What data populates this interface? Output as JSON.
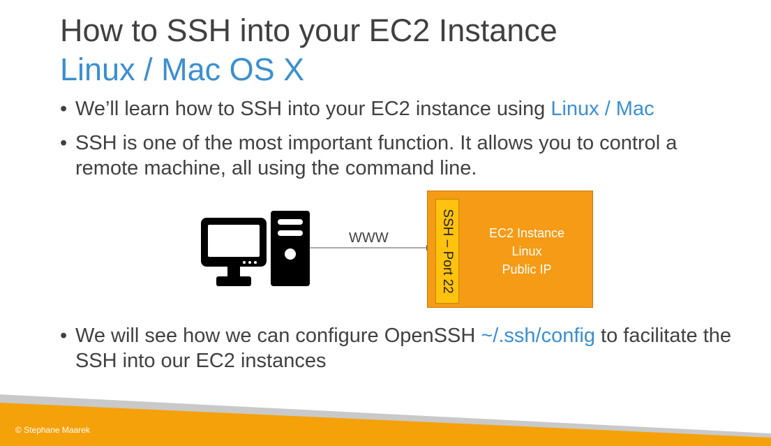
{
  "slide": {
    "title": "How to SSH into your EC2 Instance",
    "subtitle": "Linux / Mac OS X"
  },
  "bullets": {
    "b1": {
      "text": "We’ll learn how to SSH into your EC2 instance using ",
      "highlight": "Linux / Mac"
    },
    "b2": {
      "text": "SSH is one of the most important function. It allows you to control a remote machine, all using the command line."
    },
    "b3": {
      "text_before": "We will see how we can configure OpenSSH ",
      "highlight": "~/.ssh/config",
      "text_after": " to facilitate the SSH into our EC2 instances"
    }
  },
  "diagram": {
    "connection_label": "WWW",
    "port_label": "SSH – Port 22",
    "instance_lines": [
      "EC2 Instance",
      "Linux",
      "Public IP"
    ],
    "client_icon": "desktop-computer-icon"
  },
  "footer": {
    "copyright": "© Stephane Maarek"
  },
  "colors": {
    "accent_blue": "#3a8fd0",
    "instance_orange": "#f59b16",
    "port_yellow": "#ffc20e",
    "footer_orange": "#f5a10a",
    "text_gray": "#404040"
  }
}
